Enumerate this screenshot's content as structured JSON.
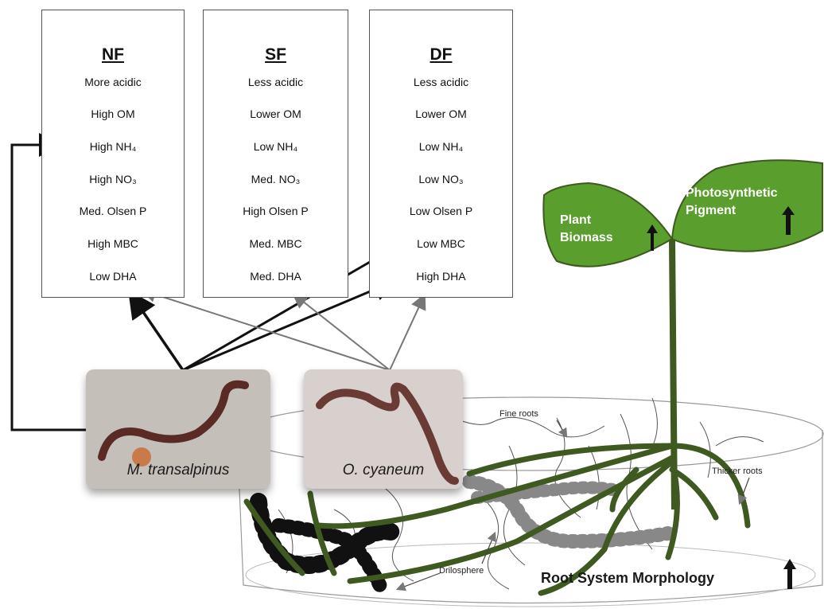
{
  "boxes": [
    {
      "title": "NF",
      "rows": [
        "More acidic",
        "High OM",
        "High NH₄",
        "High NO₃",
        "Med. Olsen P",
        "High MBC",
        "Low DHA"
      ]
    },
    {
      "title": "SF",
      "rows": [
        "Less acidic",
        "Lower OM",
        "Low NH₄",
        "Med. NO₃",
        "High Olsen P",
        "Med. MBC",
        "Med. DHA"
      ]
    },
    {
      "title": "DF",
      "rows": [
        "Less acidic",
        "Lower OM",
        "Low NH₄",
        "Low NO₃",
        "Low Olsen P",
        "Low MBC",
        "High DHA"
      ]
    }
  ],
  "worms": {
    "left": "M. transalpinus",
    "right": "O. cyaneum"
  },
  "plant": {
    "biomass": [
      "Plant",
      "Biomass"
    ],
    "pigment": [
      "Photosynthetic",
      "Pigment"
    ],
    "leaf_color": "#5a9e2e"
  },
  "pot": {
    "fine_roots": "Fine roots",
    "thicker_roots": "Thicker roots",
    "drilosphere": "Drilosphere",
    "morphology": "Root System Morphology"
  }
}
